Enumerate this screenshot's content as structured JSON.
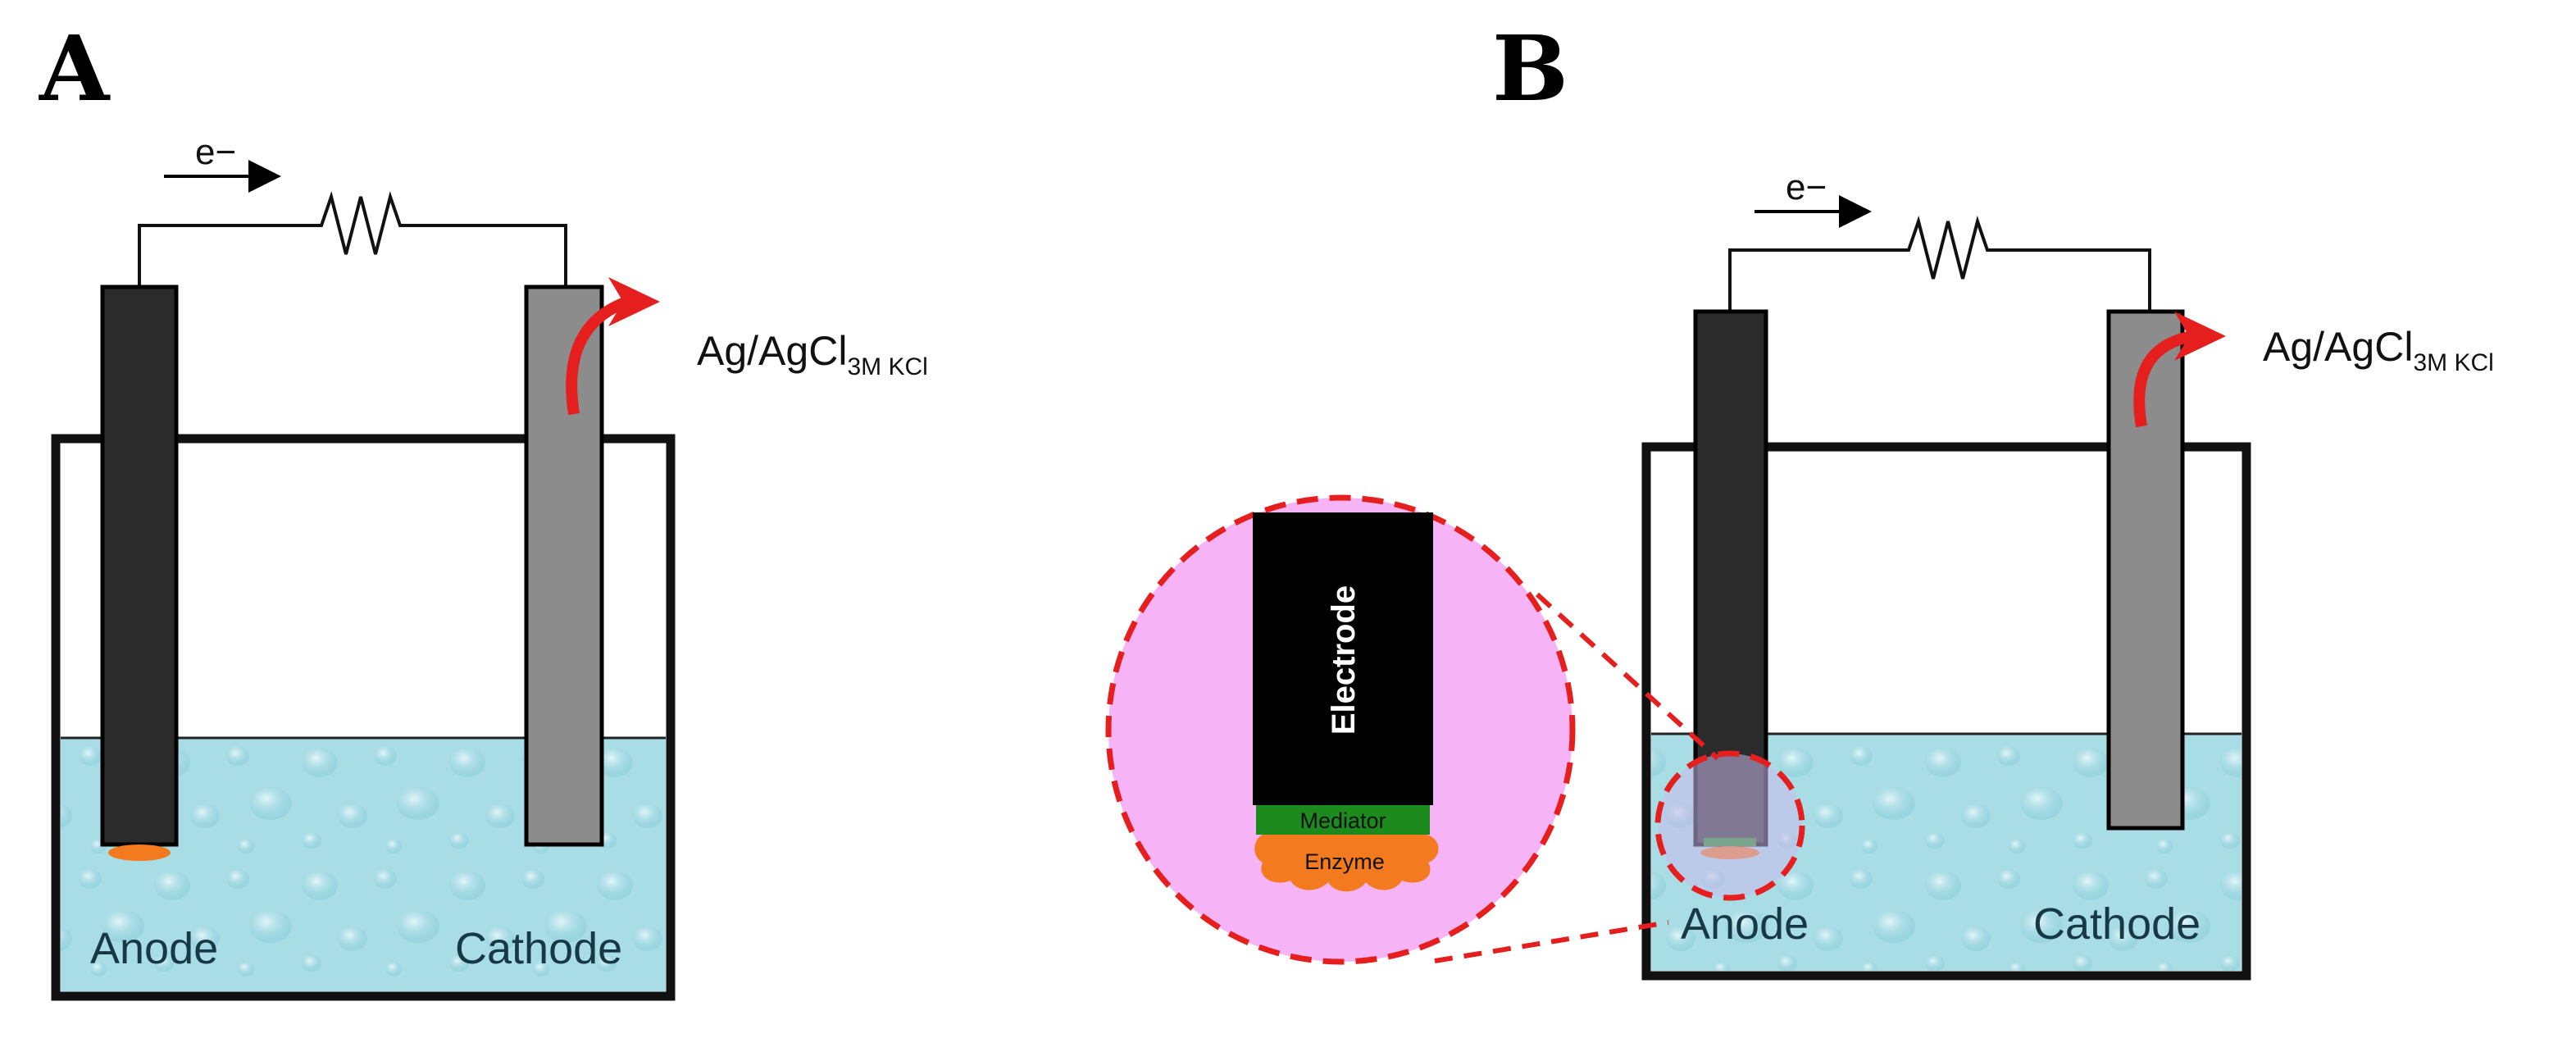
{
  "panels": {
    "a": {
      "letter": "A",
      "electron_label": "e−",
      "reference_main": "Ag/AgCl",
      "reference_sub": "3M KCl",
      "anode_label": "Anode",
      "cathode_label": "Cathode"
    },
    "b": {
      "letter": "B",
      "electron_label": "e−",
      "reference_main": "Ag/AgCl",
      "reference_sub": "3M KCl",
      "anode_label": "Anode",
      "cathode_label": "Cathode",
      "inset": {
        "electrode_label": "Electrode",
        "mediator_label": "Mediator",
        "enzyme_label": "Enzyme"
      }
    }
  },
  "colors": {
    "anode": "#2b2b2b",
    "cathode": "#8c8c8c",
    "electrolyte": "#a9dde6",
    "enzyme": "#f47a20",
    "mediator": "#1c8a1c",
    "inset_background": "#f6b3f6",
    "highlight": "#e51e1e"
  }
}
